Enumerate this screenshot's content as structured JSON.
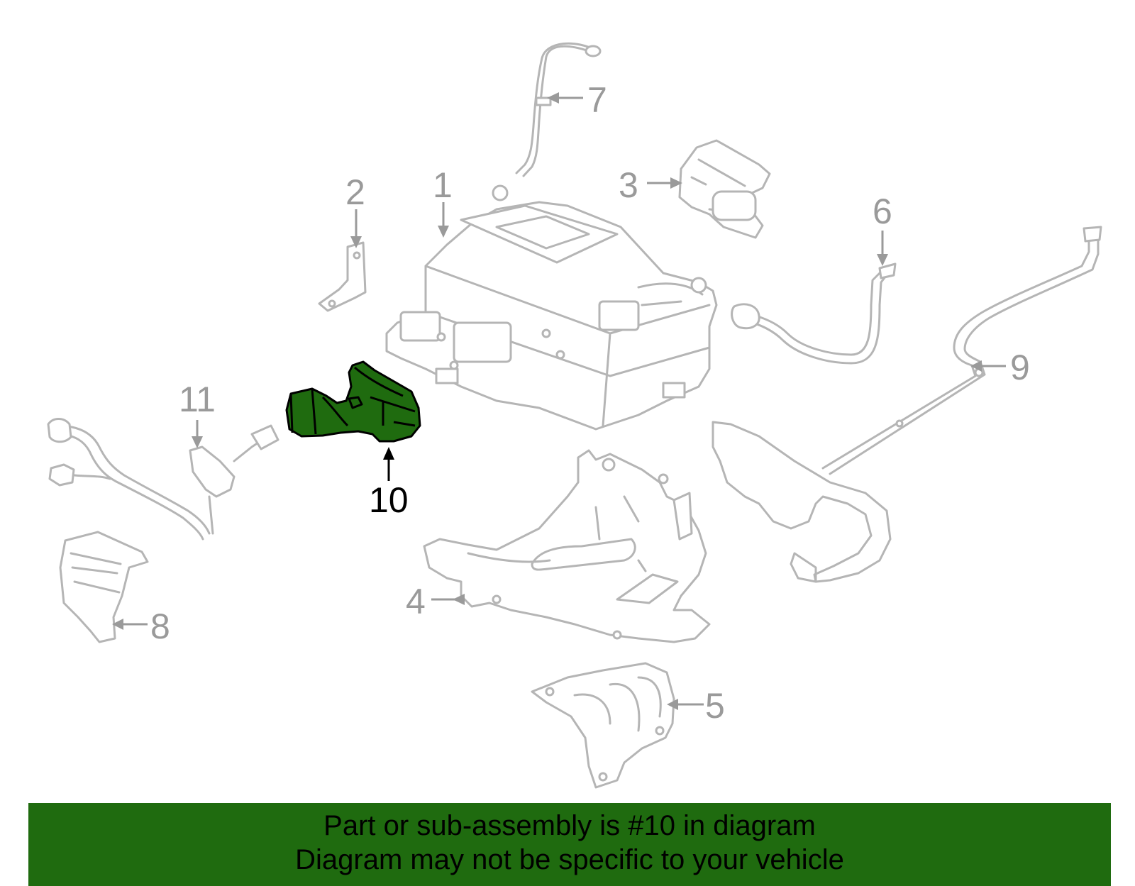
{
  "callouts": {
    "c1": "1",
    "c2": "2",
    "c3": "3",
    "c4": "4",
    "c5": "5",
    "c6": "6",
    "c7": "7",
    "c8": "8",
    "c9": "9",
    "c10": "10",
    "c11": "11"
  },
  "highlighted_part": "10",
  "colors": {
    "highlight_fill": "#1f6b0f",
    "banner_bg": "#1f6b0f",
    "part_outline": "#b5b5b5",
    "callout_inactive": "#9a9a9a",
    "callout_active": "#000000"
  },
  "banner": {
    "line1": "Part or sub-assembly is #10 in diagram",
    "line2": "Diagram may not be specific to your vehicle"
  }
}
